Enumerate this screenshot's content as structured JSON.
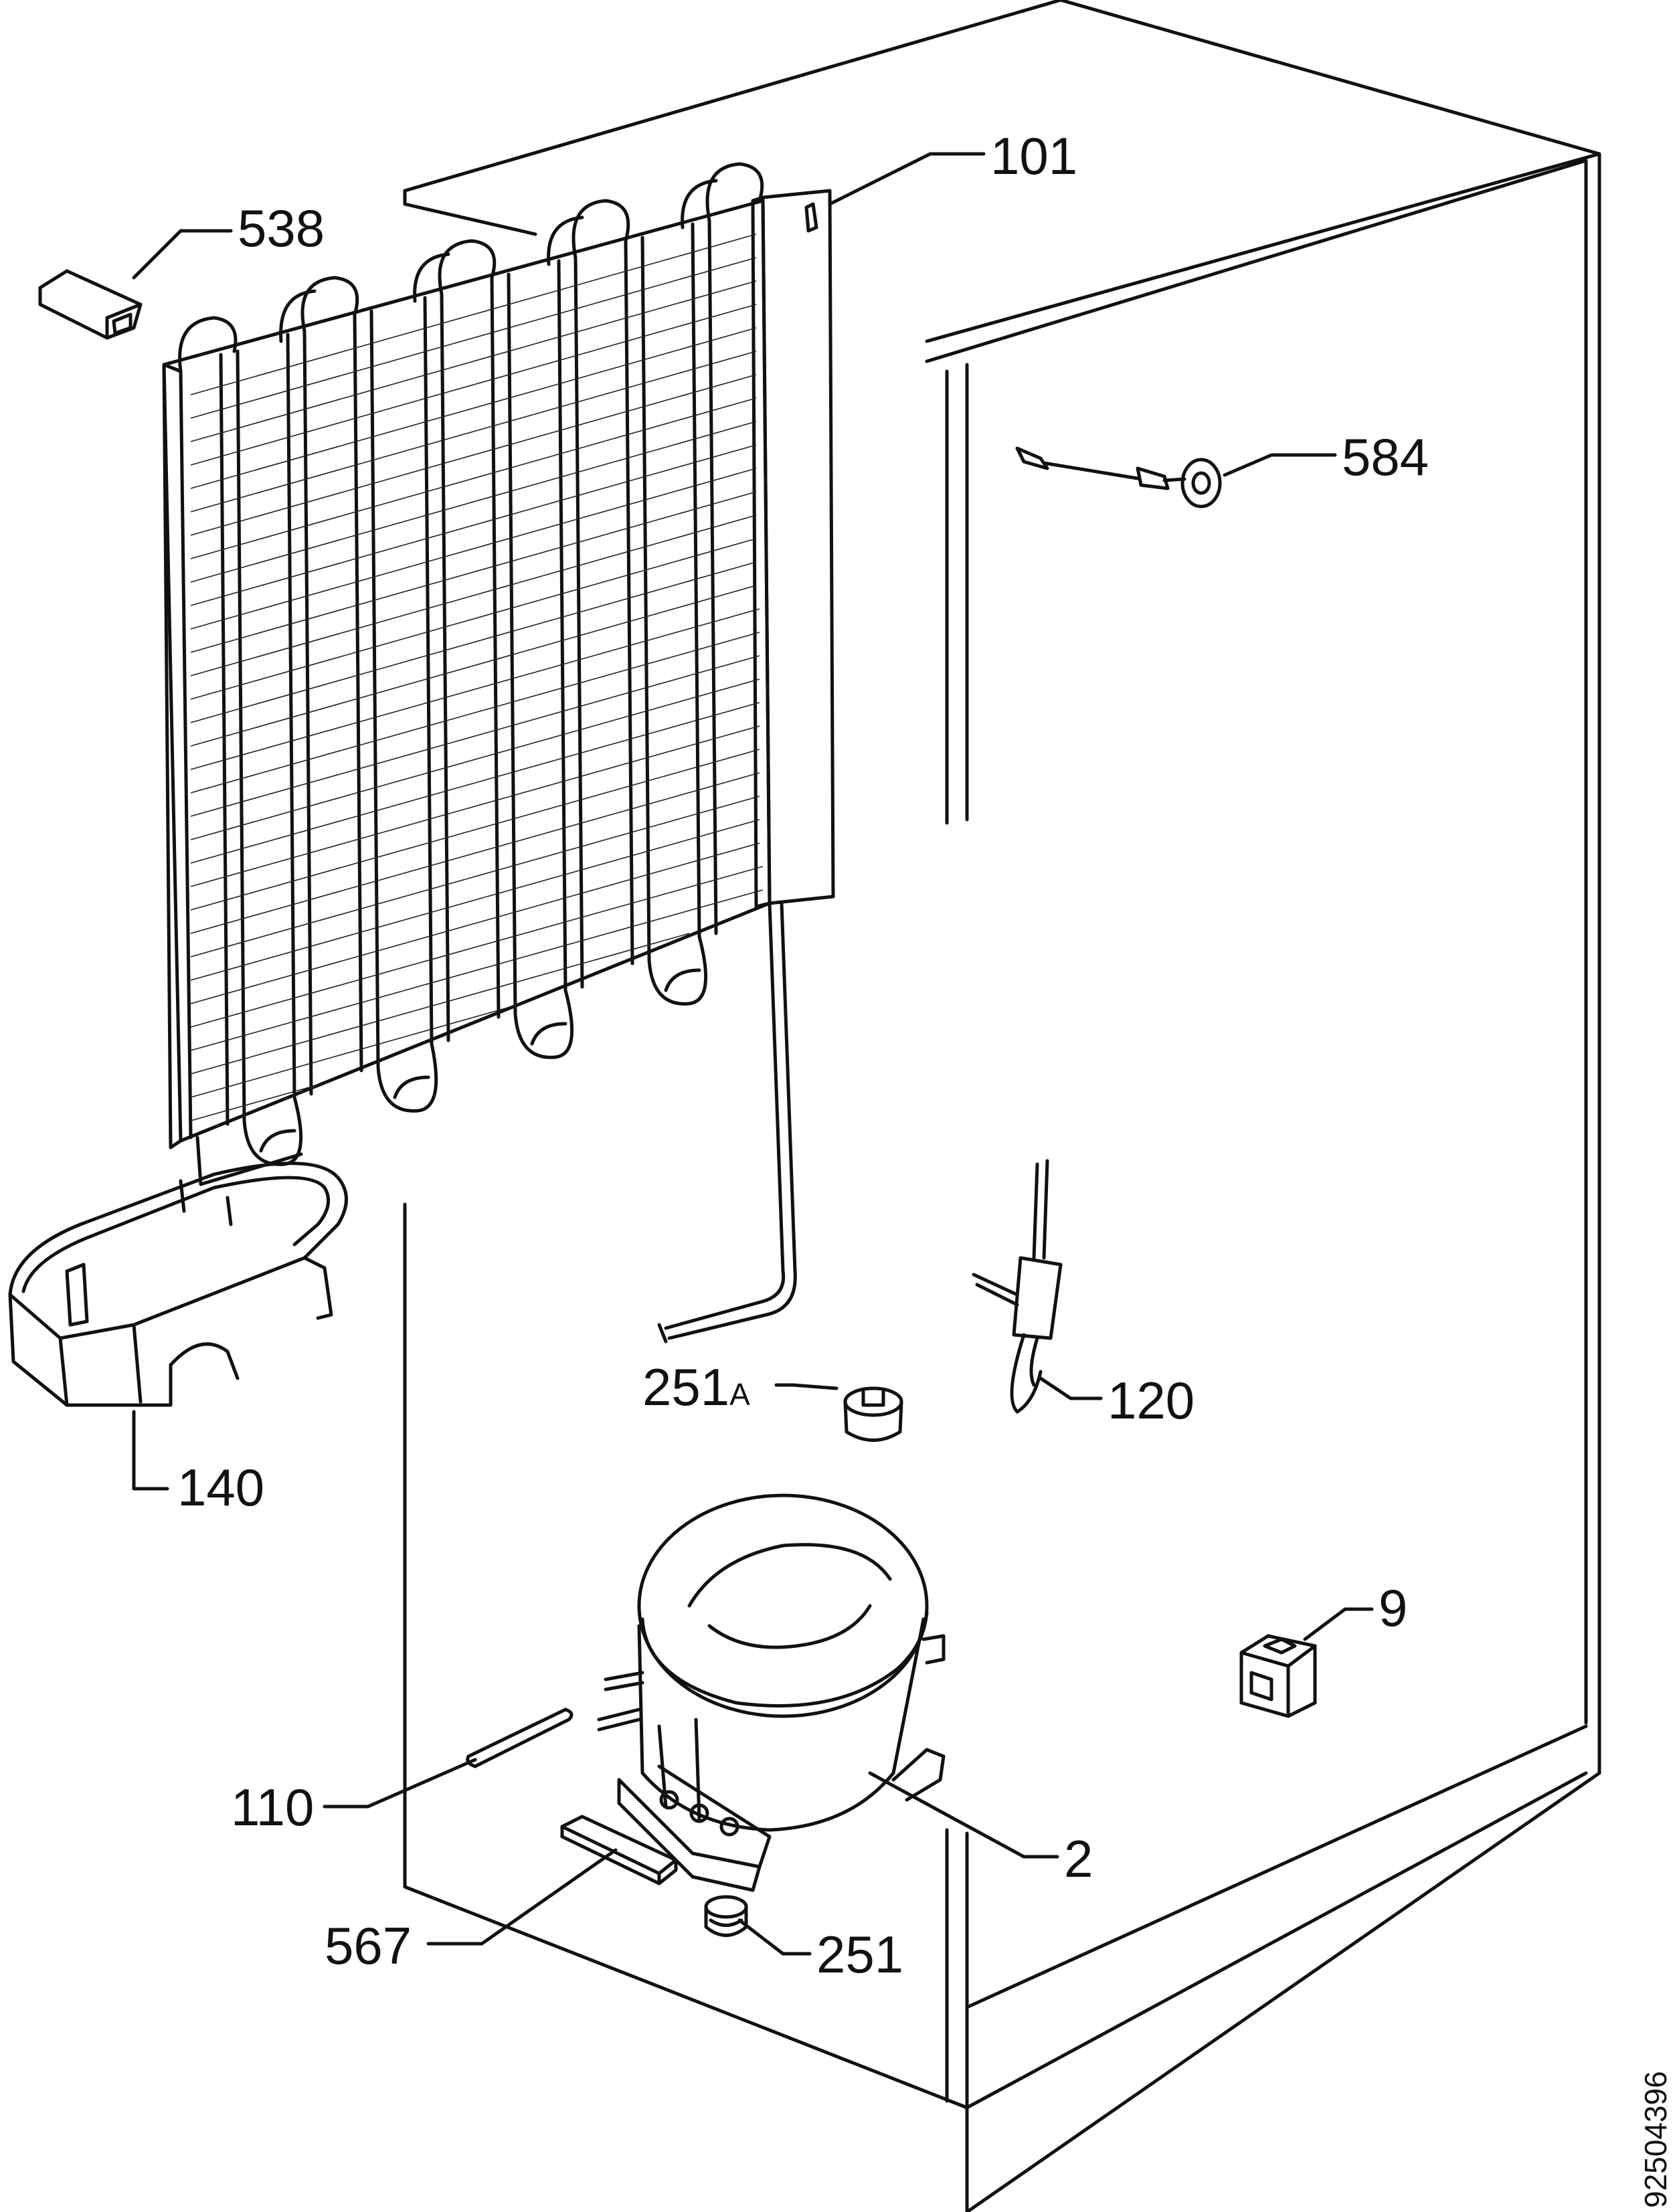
{
  "diagram": {
    "drawing_number": "92504396",
    "callouts": [
      {
        "id": "101",
        "label": "101"
      },
      {
        "id": "538",
        "label": "538"
      },
      {
        "id": "584",
        "label": "584"
      },
      {
        "id": "140",
        "label": "140"
      },
      {
        "id": "251A",
        "label": "251",
        "suffix": "A"
      },
      {
        "id": "120",
        "label": "120"
      },
      {
        "id": "9",
        "label": "9"
      },
      {
        "id": "110",
        "label": "110"
      },
      {
        "id": "2",
        "label": "2"
      },
      {
        "id": "567",
        "label": "567"
      },
      {
        "id": "251",
        "label": "251"
      }
    ]
  }
}
